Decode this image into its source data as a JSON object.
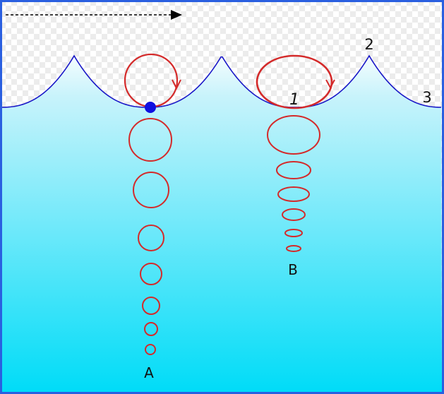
{
  "labels": {
    "column_a": "A",
    "column_b": "B",
    "point_1": "1",
    "point_2": "2",
    "point_3": "3"
  },
  "colors": {
    "frame": "#2a5fe0",
    "wave_line": "#1a18c8",
    "orbit": "#d42a2a",
    "particle": "#1010e0",
    "arrow": "#000000",
    "water_top": "#f5fdfe",
    "water_bottom": "#00dcf8",
    "checker": "#ececec"
  },
  "icons": {
    "wave_direction": "dashed-right-arrow-icon",
    "orbit_direction": "chevron-down-icon",
    "particle": "filled-circle-icon"
  }
}
